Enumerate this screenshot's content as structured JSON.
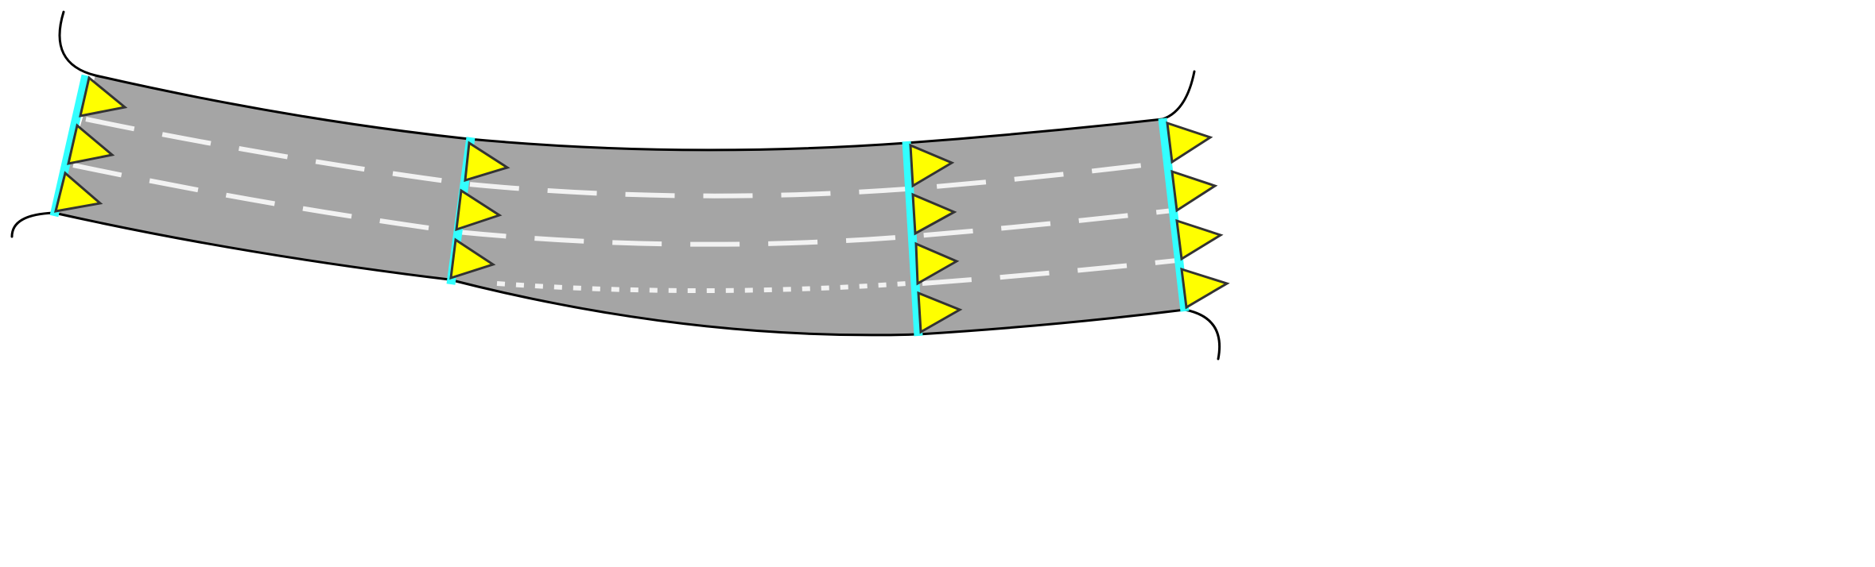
{
  "diagram": {
    "subject": "road-lane-sections",
    "colors": {
      "road": "#a5a5a5",
      "edge": "#000000",
      "lane_marking": "#f2f2f2",
      "section_boundary": "#33ffff",
      "lane_arrow_fill": "#ffff00",
      "lane_arrow_stroke": "#333333"
    },
    "sections": [
      {
        "lanes": 3
      },
      {
        "lanes": 3
      },
      {
        "lanes": 4
      },
      {
        "lanes": 4
      }
    ],
    "lane_marking_styles": [
      "dashed",
      "dashed",
      "dotted-then-dashed"
    ]
  }
}
